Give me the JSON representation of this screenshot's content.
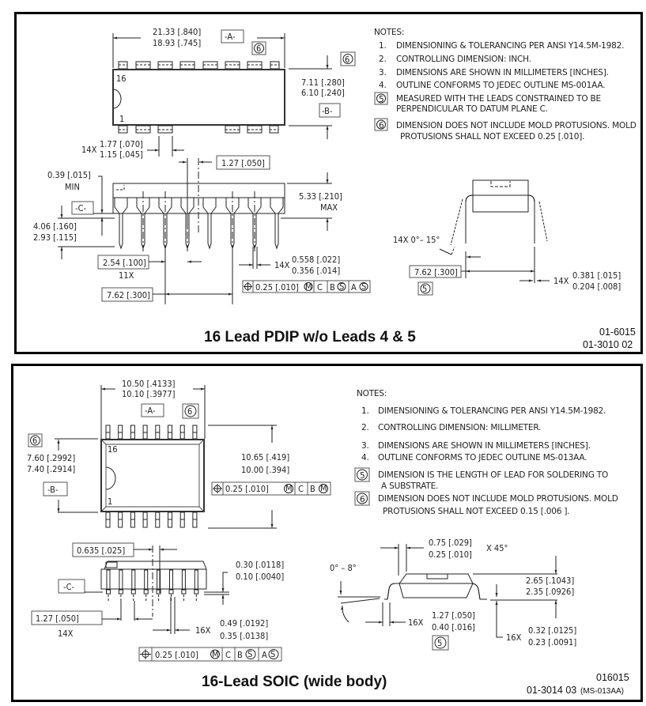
{
  "pdip": {
    "title": "16 Lead PDIP w/o Leads 4 & 5",
    "doc_code_1": "01-6015",
    "doc_code_2": "01-3010 02",
    "notes_header": "NOTES:",
    "notes": [
      {
        "num": "1.",
        "text": "DIMENSIONING & TOLERANCING PER ANSI Y14.5M-1982."
      },
      {
        "num": "2.",
        "text": "CONTROLLING DIMENSION: INCH."
      },
      {
        "num": "3.",
        "text": "DIMENSIONS ARE SHOWN IN MILLIMETERS [INCHES]."
      },
      {
        "num": "4.",
        "text": "OUTLINE CONFORMS TO JEDEC OUTLINE MS-001AA."
      },
      {
        "num": "5",
        "text": "MEASURED WITH THE LEADS CONSTRAINED TO BE",
        "text2": "PERPENDICULAR TO DATUM PLANE C."
      },
      {
        "num": "6",
        "text": "DIMENSION DOES NOT INCLUDE MOLD PROTUSIONS. MOLD",
        "text2": "PROTUSIONS SHALL NOT EXCEED 0.25 [.010]."
      }
    ],
    "dims": {
      "length_max": "21.33 [.840]",
      "length_min": "18.93 [.745]",
      "datum_a": "-A-",
      "datum_b": "-B-",
      "datum_c": "-C-",
      "note6": "6",
      "note5": "5",
      "width_max": "7.11 [.280]",
      "width_min": "6.10 [.240]",
      "pin16": "16",
      "pin1": "1",
      "shoulder_qty": "14X",
      "shoulder_max": "1.77 [.070]",
      "shoulder_min": "1.15 [.045]",
      "half_pitch": "1.27 [.050]",
      "standoff": "0.39 [.015]",
      "standoff_min": "MIN",
      "height": "5.33 [.210]",
      "height_max": "MAX",
      "lead_len_max": "4.06 [.160]",
      "lead_len_min": "2.93 [.115]",
      "pitch": "2.54 [.100]",
      "pitch_qty": "11X",
      "lead_w_qty": "14X",
      "lead_w_max": "0.558 [.022]",
      "lead_w_min": "0.356 [.014]",
      "row_spacing": "7.62 [.300]",
      "angle": "14X 0°– 15°",
      "end_row_spacing": "7.62 [.300]",
      "thick_qty": "14X",
      "thick_max": "0.381 [.015]",
      "thick_min": "0.204 [.008]"
    },
    "fcf": {
      "symbol": "⌖",
      "tol": "0.25 [.010]",
      "mod": "M",
      "d1": "C",
      "d2": "B",
      "d2mod": "S",
      "d3": "A",
      "d3mod": "S"
    }
  },
  "soic": {
    "title": "16-Lead SOIC  (wide body)",
    "doc_code_1": "016015",
    "doc_code_2": "01-3014 03",
    "doc_code_3": "(MS-013AA)",
    "notes_header": "NOTES:",
    "notes": [
      {
        "num": "1.",
        "text": "DIMENSIONING & TOLERANCING PER ANSI Y14.5M-1982."
      },
      {
        "num": "2.",
        "text": "CONTROLLING DIMENSION: MILLIMETER."
      },
      {
        "num": "3.",
        "text": "DIMENSIONS ARE SHOWN IN MILLIMETERS [INCHES]."
      },
      {
        "num": "4.",
        "text": "OUTLINE CONFORMS TO JEDEC OUTLINE MS-013AA."
      },
      {
        "num": "5",
        "text": "DIMENSION IS THE LENGTH OF LEAD FOR SOLDERING TO",
        "text2": "A SUBSTRATE."
      },
      {
        "num": "6",
        "text": "DIMENSION DOES NOT INCLUDE MOLD PROTUSIONS. MOLD",
        "text2": "PROTUSIONS SHALL NOT EXCEED 0.15 [.006 ]."
      }
    ],
    "dims": {
      "length_max": "10.50 [.4133]",
      "length_min": "10.10 [.3977]",
      "datum_a": "-A-",
      "datum_b": "-B-",
      "datum_c": "-C-",
      "note6": "6",
      "note5": "5",
      "body_w_max": "7.60 [.2992]",
      "body_w_min": "7.40 [.2914]",
      "span_max": "10.65 [.419]",
      "span_min": "10.00 [.394]",
      "pin16": "16",
      "pin1": "1",
      "half_pitch": "0.635 [.025]",
      "standoff_max": "0.30 [.0118]",
      "standoff_min": "0.10 [.0040]",
      "pitch": "1.27 [.050]",
      "pitch_qty": "14X",
      "lead_w_qty": "16X",
      "lead_w_max": "0.49 [.0192]",
      "lead_w_min": "0.35 [.0138]",
      "chamfer_max": "0.75 [.029]",
      "chamfer_min": "0.25 [.010]",
      "chamfer_angle": "X 45°",
      "foot_angle": "0° – 8°",
      "height_max": "2.65 [.1043]",
      "height_min": "2.35 [.0926]",
      "foot_qty": "16X",
      "foot_max": "1.27 [.050]",
      "foot_min": "0.40 [.016]",
      "thick_qty": "16X",
      "thick_max": "0.32 [.0125]",
      "thick_min": "0.23 [.0091]"
    },
    "fcf_top": {
      "symbol": "⌖",
      "tol": "0.25 [.010]",
      "mod": "M",
      "d1": "C",
      "d2": "B",
      "d2mod": "M"
    },
    "fcf": {
      "symbol": "⌖",
      "tol": "0.25 [.010]",
      "mod": "M",
      "d1": "C",
      "d2": "B",
      "d2mod": "S",
      "d3": "A",
      "d3mod": "S"
    }
  }
}
